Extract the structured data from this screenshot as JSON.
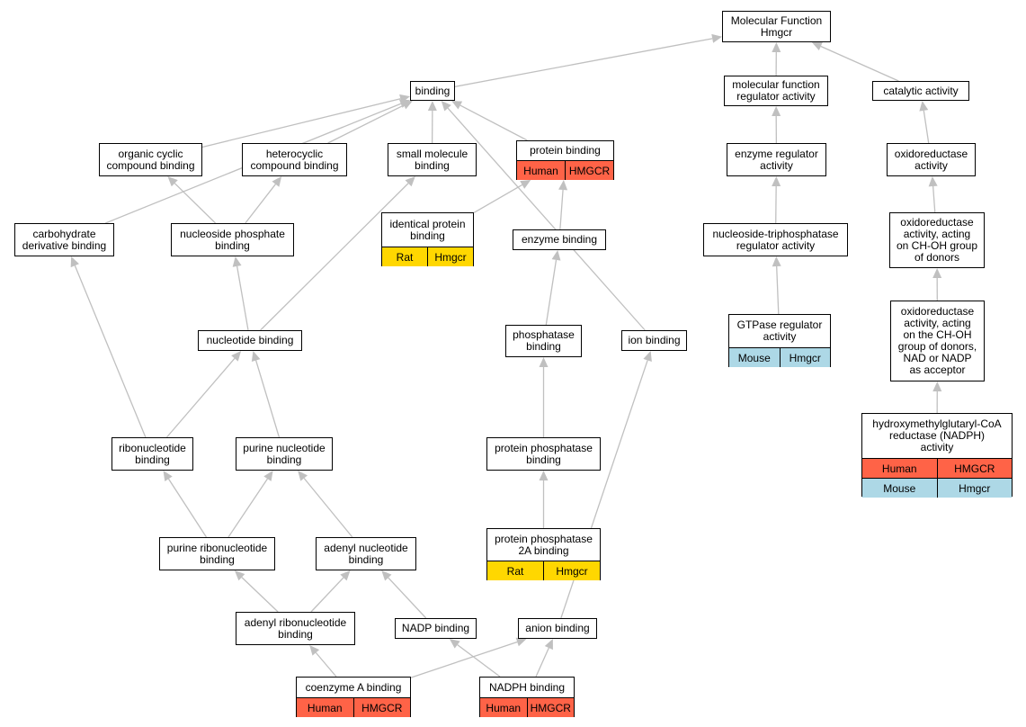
{
  "colors": {
    "human": "#ff6347",
    "rat": "#ffd700",
    "mouse": "#add8e6",
    "edge": "#c0c0c0"
  },
  "nodes": {
    "mf_root": {
      "label": "Molecular Function\nHmgcr"
    },
    "binding": {
      "label": "binding"
    },
    "mf_regulator": {
      "label": "molecular function\nregulator activity"
    },
    "catalytic": {
      "label": "catalytic activity"
    },
    "organic_cyclic": {
      "label": "organic cyclic\ncompound binding"
    },
    "heterocyclic": {
      "label": "heterocyclic\ncompound binding"
    },
    "small_molecule": {
      "label": "small molecule\nbinding"
    },
    "protein_binding": {
      "label": "protein binding",
      "annotations": [
        [
          "Human",
          "HMGCR"
        ]
      ]
    },
    "enzyme_regulator": {
      "label": "enzyme regulator\nactivity"
    },
    "oxidoreductase": {
      "label": "oxidoreductase\nactivity"
    },
    "carbohydrate_deriv": {
      "label": "carbohydrate\nderivative binding"
    },
    "nucleoside_phosphate": {
      "label": "nucleoside phosphate\nbinding"
    },
    "identical_protein": {
      "label": "identical protein\nbinding",
      "annotations": [
        [
          "Rat",
          "Hmgcr"
        ]
      ]
    },
    "enzyme_binding": {
      "label": "enzyme binding"
    },
    "ntpase_regulator": {
      "label": "nucleoside-triphosphatase\nregulator activity"
    },
    "oxido_choh": {
      "label": "oxidoreductase\nactivity, acting\non CH-OH group\nof donors"
    },
    "nucleotide_binding": {
      "label": "nucleotide binding"
    },
    "phosphatase_binding": {
      "label": "phosphatase\nbinding"
    },
    "ion_binding": {
      "label": "ion binding"
    },
    "gtpase_regulator": {
      "label": "GTPase regulator\nactivity",
      "annotations": [
        [
          "Mouse",
          "Hmgcr"
        ]
      ]
    },
    "oxido_nadp": {
      "label": "oxidoreductase\nactivity, acting\non the CH-OH\ngroup of donors,\nNAD or NADP\nas acceptor"
    },
    "hmg_coa_reductase": {
      "label": "hydroxymethylglutaryl-CoA\nreductase (NADPH)\nactivity",
      "annotations": [
        [
          "Human",
          "HMGCR"
        ],
        [
          "Mouse",
          "Hmgcr"
        ]
      ]
    },
    "ribonucleotide": {
      "label": "ribonucleotide\nbinding"
    },
    "purine_nucleotide": {
      "label": "purine nucleotide\nbinding"
    },
    "protein_phosphatase": {
      "label": "protein phosphatase\nbinding"
    },
    "purine_ribonucleotide": {
      "label": "purine ribonucleotide\nbinding"
    },
    "adenyl_nucleotide": {
      "label": "adenyl nucleotide\nbinding"
    },
    "pp2a_binding": {
      "label": "protein phosphatase\n2A binding",
      "annotations": [
        [
          "Rat",
          "Hmgcr"
        ]
      ]
    },
    "adenyl_ribonucleotide": {
      "label": "adenyl ribonucleotide\nbinding"
    },
    "nadp_binding": {
      "label": "NADP binding"
    },
    "anion_binding": {
      "label": "anion binding"
    },
    "coenzyme_a": {
      "label": "coenzyme A binding",
      "annotations": [
        [
          "Human",
          "HMGCR"
        ]
      ]
    },
    "nadph_binding": {
      "label": "NADPH binding",
      "annotations": [
        [
          "Human",
          "HMGCR"
        ]
      ]
    }
  },
  "edges": [
    [
      "binding",
      "mf_root"
    ],
    [
      "mf_regulator",
      "mf_root"
    ],
    [
      "catalytic",
      "mf_root"
    ],
    [
      "organic_cyclic",
      "binding"
    ],
    [
      "heterocyclic",
      "binding"
    ],
    [
      "small_molecule",
      "binding"
    ],
    [
      "protein_binding",
      "binding"
    ],
    [
      "carbohydrate_deriv",
      "binding"
    ],
    [
      "ion_binding",
      "binding"
    ],
    [
      "enzyme_regulator",
      "mf_regulator"
    ],
    [
      "oxidoreductase",
      "catalytic"
    ],
    [
      "nucleoside_phosphate",
      "organic_cyclic"
    ],
    [
      "nucleoside_phosphate",
      "heterocyclic"
    ],
    [
      "nucleotide_binding",
      "small_molecule"
    ],
    [
      "identical_protein",
      "protein_binding"
    ],
    [
      "enzyme_binding",
      "protein_binding"
    ],
    [
      "ntpase_regulator",
      "enzyme_regulator"
    ],
    [
      "oxido_choh",
      "oxidoreductase"
    ],
    [
      "nucleotide_binding",
      "nucleoside_phosphate"
    ],
    [
      "phosphatase_binding",
      "enzyme_binding"
    ],
    [
      "gtpase_regulator",
      "ntpase_regulator"
    ],
    [
      "oxido_nadp",
      "oxido_choh"
    ],
    [
      "hmg_coa_reductase",
      "oxido_nadp"
    ],
    [
      "ribonucleotide",
      "carbohydrate_deriv"
    ],
    [
      "ribonucleotide",
      "nucleotide_binding"
    ],
    [
      "purine_nucleotide",
      "nucleotide_binding"
    ],
    [
      "protein_phosphatase",
      "phosphatase_binding"
    ],
    [
      "purine_ribonucleotide",
      "ribonucleotide"
    ],
    [
      "purine_ribonucleotide",
      "purine_nucleotide"
    ],
    [
      "adenyl_nucleotide",
      "purine_nucleotide"
    ],
    [
      "pp2a_binding",
      "protein_phosphatase"
    ],
    [
      "adenyl_ribonucleotide",
      "purine_ribonucleotide"
    ],
    [
      "adenyl_ribonucleotide",
      "adenyl_nucleotide"
    ],
    [
      "nadp_binding",
      "adenyl_nucleotide"
    ],
    [
      "anion_binding",
      "ion_binding"
    ],
    [
      "coenzyme_a",
      "adenyl_ribonucleotide"
    ],
    [
      "coenzyme_a",
      "anion_binding"
    ],
    [
      "nadph_binding",
      "nadp_binding"
    ],
    [
      "nadph_binding",
      "anion_binding"
    ]
  ]
}
